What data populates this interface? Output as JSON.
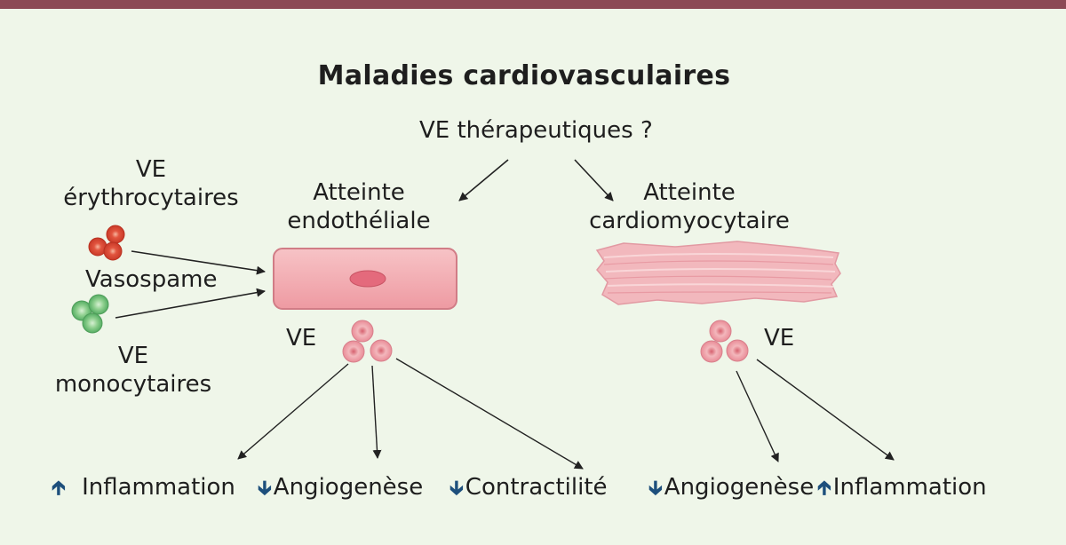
{
  "title": "Maladies cardiovasculaires",
  "therapeutic": "VE thérapeutiques ?",
  "erythro": {
    "line1": "VE",
    "line2": "érythrocytaires"
  },
  "vasospasm": "Vasospame",
  "mono": {
    "line1": "VE",
    "line2": "monocytaires"
  },
  "endo": {
    "line1": "Atteinte",
    "line2": "endothéliale",
    "ve": "VE"
  },
  "cardio": {
    "line1": "Atteinte",
    "line2": "cardiomyocytaire",
    "ve": "VE"
  },
  "effects": {
    "inflammation_1": "Inflammation",
    "angiogenese_1": "Angiogenèse",
    "contractilite": "Contractilité",
    "angiogenese_2": "Angiogenèse",
    "inflammation_2": "Inflammation"
  },
  "colors": {
    "topbar": "#8c4a55",
    "background": "#eff6e9",
    "arrow_up_down": "#1d4f7c",
    "erythro_vesicles": "#d9442f",
    "mono_vesicles": "#6ec17a",
    "cell": "#f2a8ae",
    "ve_pink": "#e7929c"
  },
  "icons": {
    "increase": "arrow-up-icon",
    "decrease": "arrow-down-icon"
  }
}
